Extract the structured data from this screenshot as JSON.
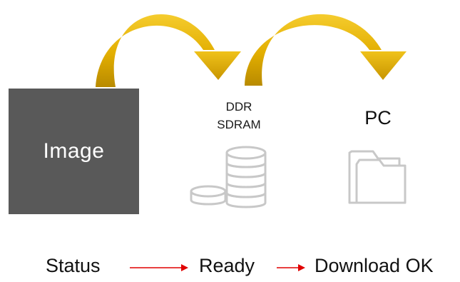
{
  "diagram": {
    "source_block": {
      "label": "Image",
      "color": "#595959"
    },
    "ddr_block": {
      "label_line1": "DDR",
      "label_line2": "SDRAM",
      "icon": "database-icon"
    },
    "pc_block": {
      "label": "PC",
      "icon": "folder-icon"
    },
    "flow_arrows": {
      "color": "#E6B000",
      "count": 2
    },
    "status_line": {
      "status": "Status",
      "ready": "Ready",
      "download": "Download OK",
      "arrow_color": "#E00000"
    }
  }
}
